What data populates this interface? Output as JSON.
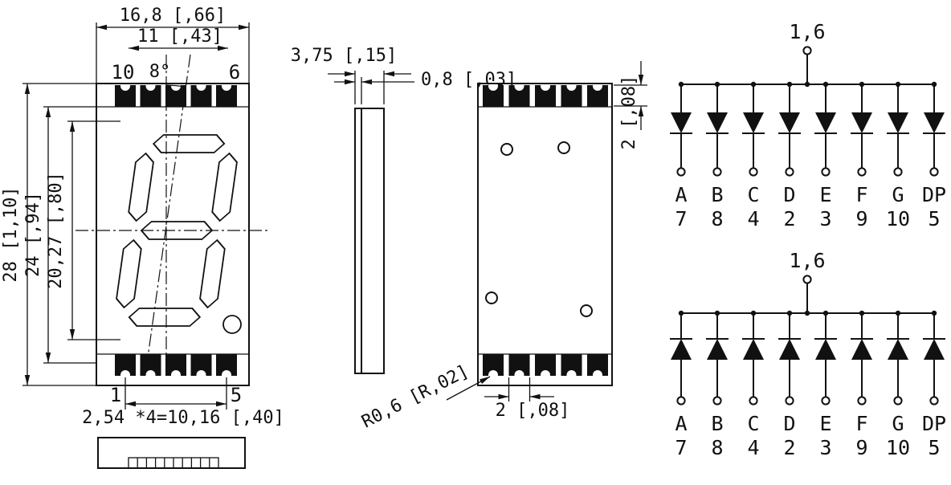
{
  "front_view": {
    "dim_overall_width": "16,8 [,66]",
    "dim_digit_width": "11  [,43]",
    "tilt_angle": "8°",
    "pin_top_left": "10",
    "pin_top_right": "6",
    "dim_overall_height": "28 [1,10]",
    "dim_pad_span": "24 [,94]",
    "dim_digit_height": "20,27 [,80]",
    "pin_bottom_left": "1",
    "pin_bottom_right": "5",
    "dim_pin_pitch": "2,54 *4=10,16  [,40]"
  },
  "side_view": {
    "dim_thickness": "3,75 [,15]",
    "dim_lead_thickness": "0,8 [,03]"
  },
  "back_view": {
    "dim_pad_height": "2 [,08]",
    "dim_pad_width": "2 [,08]",
    "note_pad_radius": "R0,6 [R,02]"
  },
  "schematics": {
    "top": {
      "common_pin": "1,6",
      "segments": [
        "A",
        "B",
        "C",
        "D",
        "E",
        "F",
        "G",
        "DP"
      ],
      "pins": [
        "7",
        "8",
        "4",
        "2",
        "3",
        "9",
        "10",
        "5"
      ]
    },
    "bottom": {
      "common_pin": "1,6",
      "segments": [
        "A",
        "B",
        "C",
        "D",
        "E",
        "F",
        "G",
        "DP"
      ],
      "pins": [
        "7",
        "8",
        "4",
        "2",
        "3",
        "9",
        "10",
        "5"
      ]
    }
  }
}
